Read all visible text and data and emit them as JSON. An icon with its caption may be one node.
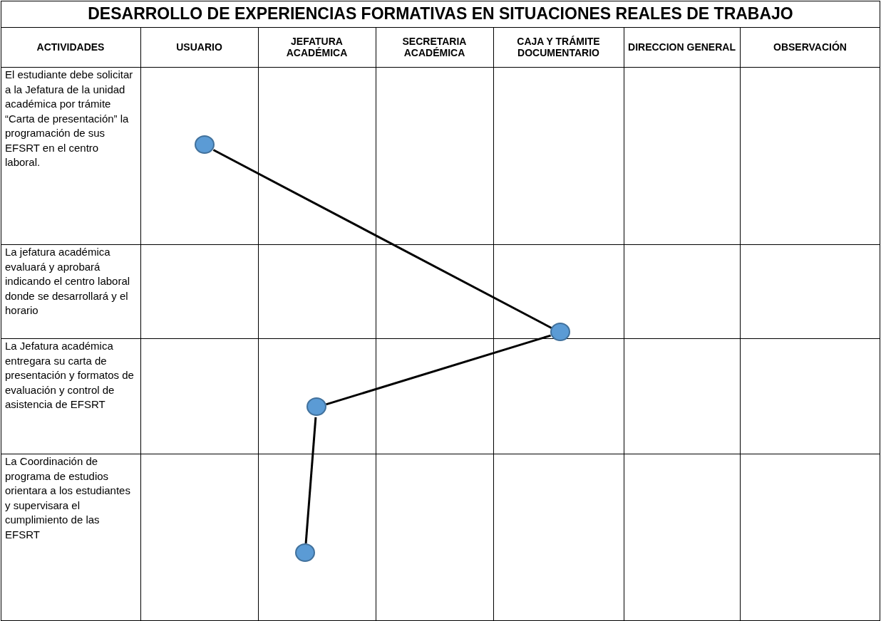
{
  "diagram": {
    "title": "DESARROLLO DE EXPERIENCIAS FORMATIVAS EN SITUACIONES REALES DE TRABAJO",
    "nodes": [
      {
        "text": [],
        "shape": "circle"
      },
      {
        "text": [],
        "shape": "circle"
      },
      {
        "text": [],
        "shape": "circle"
      },
      {
        "text": [],
        "shape": "circle"
      }
    ],
    "edges": [
      {
        "from": 0,
        "to": 1,
        "arrow": "none"
      },
      {
        "from": 1,
        "to": 2,
        "arrow": "none"
      },
      {
        "from": 2,
        "to": 3,
        "arrow": "none"
      }
    ],
    "labels": [
      "ACTIVIDADES",
      "USUARIO",
      "JEFATURA ACADÉMICA",
      "SECRETARIA ACADÉMICA",
      "CAJA Y TRÁMITE DOCUMENTARIO",
      "DIRECCION GENERAL",
      "OBSERVACIÓN",
      "El estudiante debe solicitar a la Jefatura de la unidad académica por trámite “Carta de presentación” la programación de sus EFSRT en el centro laboral.",
      "La jefatura académica evaluará y aprobará indicando el centro laboral donde se desarrollará y el horario",
      "La Jefatura académica entregara su carta de presentación y formatos de evaluación y control de asistencia de EFSRT",
      "La Coordinación de programa de estudios orientara a los estudiantes y supervisara el cumplimiento de las EFSRT"
    ]
  }
}
